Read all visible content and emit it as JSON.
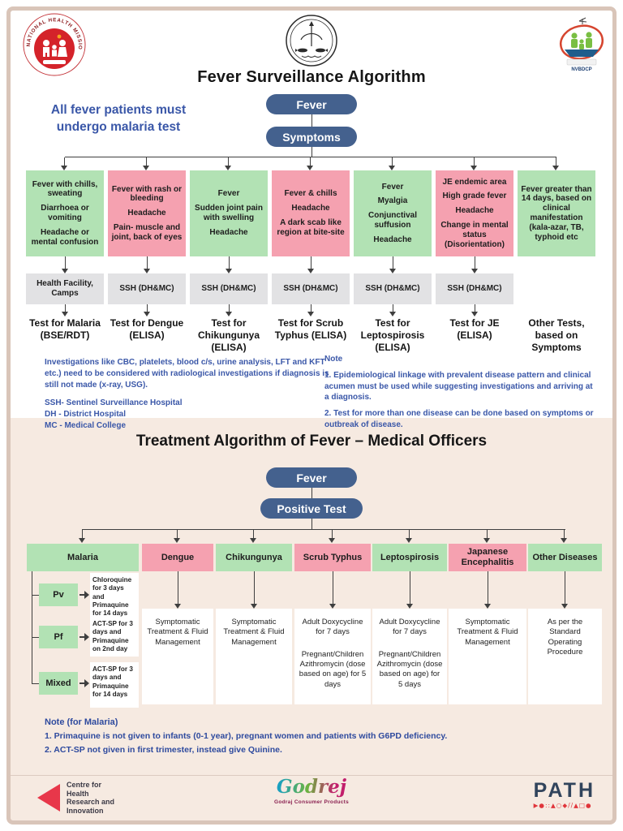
{
  "header": {
    "nhm_arc_text": "NATIONAL HEALTH MISSION",
    "nvbdcp_label": "NVBDCP"
  },
  "surveillance": {
    "title": "Fever Surveillance Algorithm",
    "intro_note": "All fever patients must undergo malaria test",
    "pills": [
      "Fever",
      "Symptoms"
    ],
    "columns": [
      {
        "tone": "green",
        "symptoms": [
          "Fever with chills, sweating",
          "Diarrhoea or vomiting",
          "Headache or mental confusion"
        ],
        "facility": "Health Facility, Camps",
        "test": "Test for Malaria (BSE/RDT)"
      },
      {
        "tone": "pink",
        "symptoms": [
          "Fever with rash or bleeding",
          "Headache",
          "Pain- muscle and joint, back of eyes"
        ],
        "facility": "SSH (DH&MC)",
        "test": "Test for Dengue (ELISA)"
      },
      {
        "tone": "green",
        "symptoms": [
          "Fever",
          "Sudden joint pain with swelling",
          "Headache"
        ],
        "facility": "SSH (DH&MC)",
        "test": "Test for Chikungunya (ELISA)"
      },
      {
        "tone": "pink",
        "symptoms": [
          "Fever & chills",
          "Headache",
          "A dark scab like region at bite-site"
        ],
        "facility": "SSH (DH&MC)",
        "test": "Test for Scrub Typhus (ELISA)"
      },
      {
        "tone": "green",
        "symptoms": [
          "Fever",
          "Myalgia",
          "Conjunctival suffusion",
          "Headache"
        ],
        "facility": "SSH (DH&MC)",
        "test": "Test for Leptospirosis (ELISA)"
      },
      {
        "tone": "pink",
        "symptoms": [
          "JE endemic area",
          "High grade fever",
          "Headache",
          "Change in mental status (Disorientation)"
        ],
        "facility": "SSH (DH&MC)",
        "test": "Test for JE (ELISA)"
      },
      {
        "tone": "green",
        "symptoms": [
          "Fever greater than 14 days, based on clinical manifestation (kala-azar, TB, typhoid etc"
        ],
        "facility": null,
        "test": "Other Tests, based on Symptoms"
      }
    ],
    "footnote_left": {
      "body": "Investigations like CBC, platelets, blood c/s, urine analysis, LFT and KFT etc.) need to be considered with radiological investigations if diagnosis is still not made (x-ray, USG).",
      "abbreviations": [
        "SSH- Sentinel Surveillance Hospital",
        "DH - District Hospital",
        "MC - Medical College"
      ]
    },
    "footnote_right": {
      "title": "Note",
      "items": [
        "1. Epidemiological linkage with prevalent disease pattern and clinical acumen must be used while suggesting investigations and arriving at a diagnosis.",
        "2. Test for more than one disease can be done based on symptoms or outbreak of disease."
      ]
    }
  },
  "treatment": {
    "title": "Treatment Algorithm of Fever – Medical Officers",
    "pills": [
      "Fever",
      "Positive Test"
    ],
    "columns": [
      {
        "label": "Malaria",
        "tone": "green",
        "branches": [
          {
            "type": "Pv",
            "regimen": "Chloroquine for 3 days and Primaquine for 14 days"
          },
          {
            "type": "Pf",
            "regimen": "ACT-SP for 3 days and Primaquine on 2nd day"
          },
          {
            "type": "Mixed",
            "regimen": "ACT-SP for 3 days and Primaquine for 14 days"
          }
        ]
      },
      {
        "label": "Dengue",
        "tone": "pink",
        "treatment": [
          "Symptomatic Treatment & Fluid Management"
        ]
      },
      {
        "label": "Chikungunya",
        "tone": "green",
        "treatment": [
          "Symptomatic Treatment & Fluid Management"
        ]
      },
      {
        "label": "Scrub Typhus",
        "tone": "pink",
        "treatment": [
          "Adult Doxycycline for 7 days",
          "Pregnant/Children Azithromycin (dose based on age) for 5 days"
        ]
      },
      {
        "label": "Leptospirosis",
        "tone": "green",
        "treatment": [
          "Adult Doxycycline for 7 days",
          "Pregnant/Children Azithromycin (dose based on age) for 5 days"
        ]
      },
      {
        "label": "Japanese Encephalitis",
        "tone": "pink",
        "treatment": [
          "Symptomatic Treatment & Fluid Management"
        ]
      },
      {
        "label": "Other Diseases",
        "tone": "green",
        "treatment": [
          "As per the Standard Operating Procedure"
        ]
      }
    ],
    "note": {
      "title": "Note (for Malaria)",
      "items": [
        "1. Primaquine is not given to infants (0-1 year), pregnant women and patients with G6PD deficiency.",
        "2. ACT-SP not given in first trimester, instead give Quinine."
      ]
    }
  },
  "footer": {
    "chri_lines": [
      "Centre for",
      "Health",
      "Research and",
      "Innovation"
    ],
    "godrej_name": "Godrej",
    "godrej_caption": "Godraj Consumer Products",
    "path_name": "PATH",
    "path_glyphs": "▶●::▲○◆//▲□●"
  },
  "colors": {
    "green": "#b2e2b4",
    "pink": "#f5a1b0",
    "gray": "#e2e2e4",
    "navy_pill": "#44618e",
    "blue_text": "#3a57a8",
    "note_blue": "#2e4a9e",
    "beige_section": "#f6eae1",
    "frame": "#d9c5b9",
    "chri_red": "#e8374a",
    "path_navy": "#31445c",
    "path_red": "#e0353b"
  }
}
